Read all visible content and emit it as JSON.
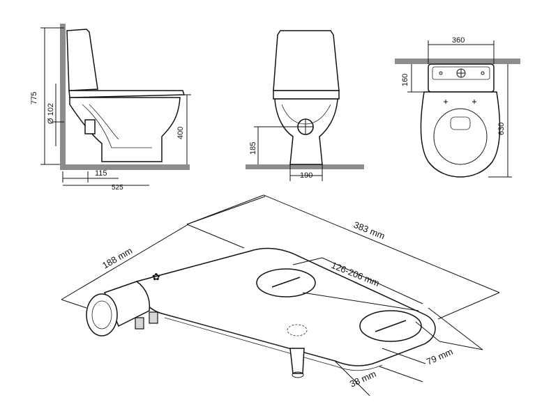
{
  "side_view": {
    "dims": {
      "total_height": "775",
      "outlet_diameter": "Ø 102",
      "seat_height": "400",
      "outlet_offset": "115",
      "depth": "525"
    }
  },
  "front_view": {
    "dims": {
      "outlet_height": "185",
      "base_width": "190"
    }
  },
  "top_view": {
    "dims": {
      "width": "360",
      "tank_depth": "160",
      "length": "630"
    }
  },
  "bidet_attachment": {
    "dims": {
      "length": "383 mm",
      "width": "188 mm",
      "mount_spacing": "126-206 mm",
      "plate_width": "79 mm",
      "height": "38 mm"
    }
  },
  "colors": {
    "floor": "#8c8c8c",
    "line": "#111111"
  }
}
